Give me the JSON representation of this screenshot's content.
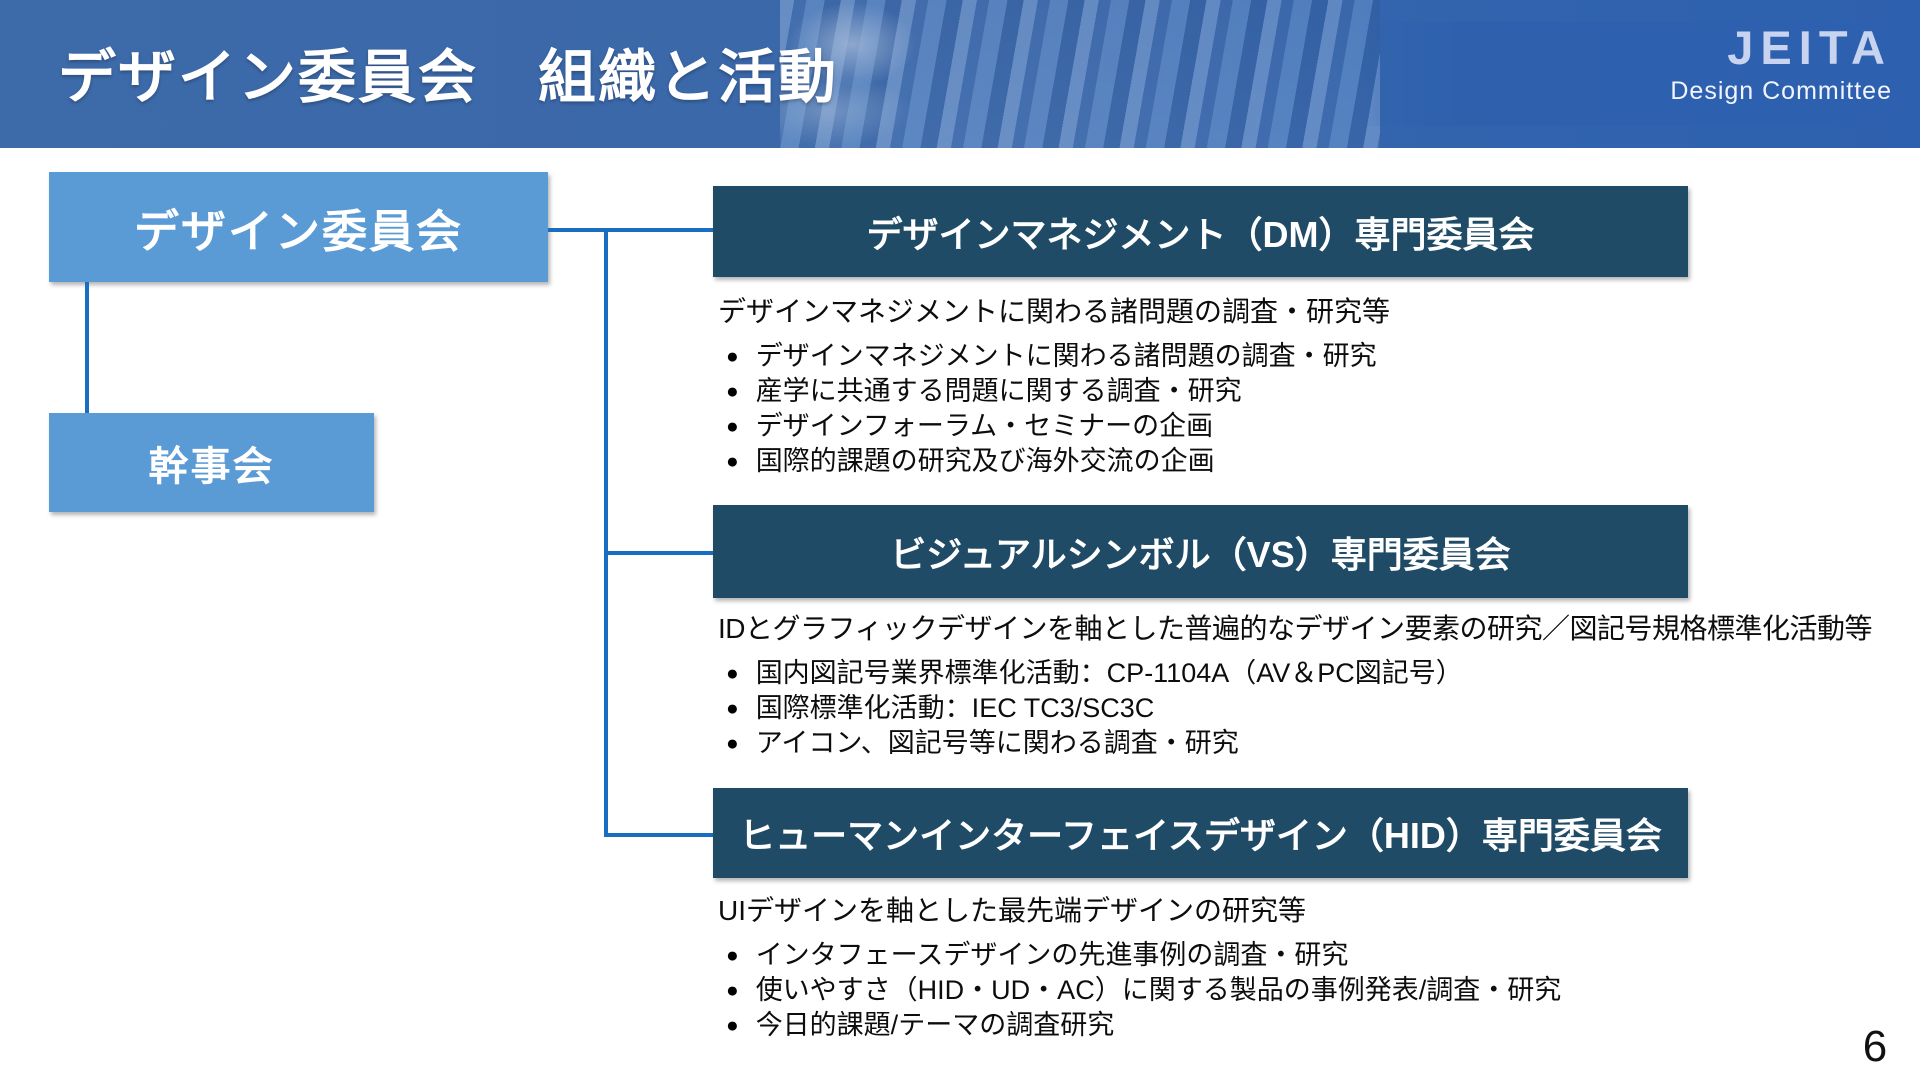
{
  "header": {
    "title": "デザイン委員会　組織と活動",
    "logo_line1": "JEITA",
    "logo_line2": "Design Committee"
  },
  "org": {
    "root_label": "デザイン委員会",
    "secretariat_label": "幹事会"
  },
  "bullet_glyph": "●",
  "committees": [
    {
      "title": "デザインマネジメント（DM）専門委員会",
      "lead": "デザインマネジメントに関わる諸問題の調査・研究等",
      "bullets": [
        "デザインマネジメントに関わる諸問題の調査・研究",
        "産学に共通する問題に関する調査・研究",
        "デザインフォーラム・セミナーの企画",
        "国際的課題の研究及び海外交流の企画"
      ]
    },
    {
      "title": "ビジュアルシンボル（VS）専門委員会",
      "lead": "IDとグラフィックデザインを軸とした普遍的なデザイン要素の研究／図記号規格標準化活動等",
      "bullets": [
        "国内図記号業界標準化活動：CP-1104A（AV＆PC図記号）",
        "国際標準化活動：IEC TC3/SC3C",
        "アイコン、図記号等に関わる調査・研究"
      ]
    },
    {
      "title": "ヒューマンインターフェイスデザイン（HID）専門委員会",
      "lead": "UIデザインを軸とした最先端デザインの研究等",
      "bullets": [
        "インタフェースデザインの先進事例の調査・研究",
        "使いやすさ（HID・UD・AC）に関する製品の事例発表/調査・研究",
        "今日的課題/テーマの調査研究"
      ]
    }
  ],
  "page_number": "6",
  "colors": {
    "header_blue": "#3a67a9",
    "light_box_blue": "#5b9bd5",
    "dark_box_blue": "#1f4b66",
    "connector_blue": "#1a6ec2"
  }
}
